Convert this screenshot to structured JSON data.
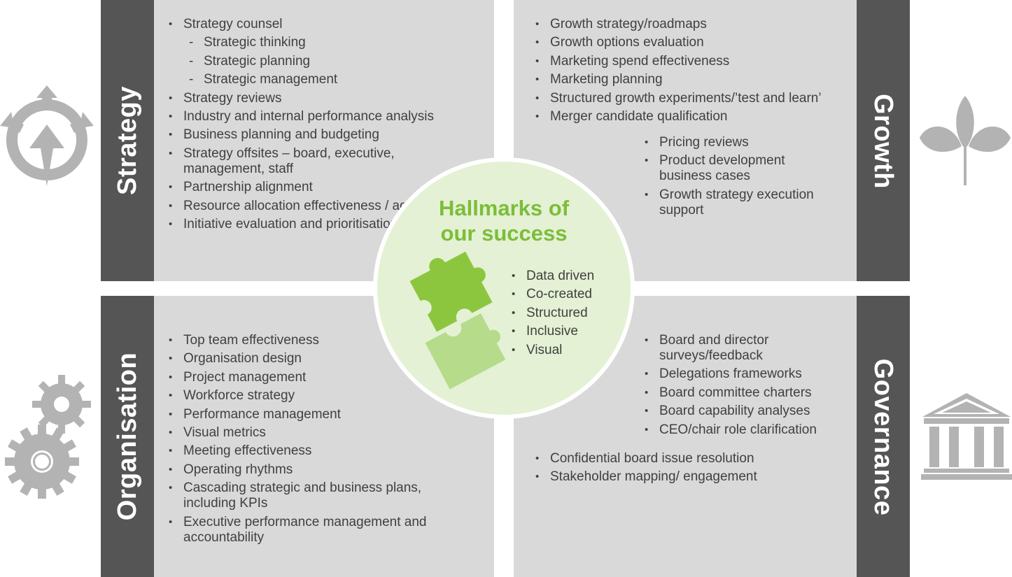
{
  "colors": {
    "panel": "#d9d9d9",
    "bar": "#555555",
    "text": "#404040",
    "center_bg": "#e4f1d4",
    "accent_green": "#7cbd3a",
    "icon_gray": "#b3b3b3"
  },
  "center": {
    "title_line1": "Hallmarks of",
    "title_line2": "our success",
    "icon": "puzzle-pieces-icon",
    "items": [
      "Data driven",
      "Co-created",
      "Structured",
      "Inclusive",
      "Visual"
    ]
  },
  "quadrants": {
    "strategy": {
      "label": "Strategy",
      "icon": "compass-arrow-icon",
      "items": [
        {
          "text": "Strategy counsel"
        },
        {
          "text": "Strategic thinking",
          "sub": true
        },
        {
          "text": "Strategic planning",
          "sub": true
        },
        {
          "text": "Strategic management",
          "sub": true
        },
        {
          "text": "Strategy reviews"
        },
        {
          "text": "Industry and internal performance analysis"
        },
        {
          "text": "Business planning and budgeting"
        },
        {
          "text": "Strategy offsites – board, executive, management, staff"
        },
        {
          "text": "Partnership alignment"
        },
        {
          "text": "Resource allocation effectiveness / agility"
        },
        {
          "text": "Initiative evaluation and prioritisation"
        }
      ]
    },
    "growth": {
      "label": "Growth",
      "icon": "leaves-sprout-icon",
      "items": [
        "Growth strategy/roadmaps",
        "Growth options evaluation",
        "Marketing spend effectiveness",
        "Marketing planning",
        "Structured growth experiments/’test and learn’",
        "Merger candidate qualification"
      ],
      "items2": [
        "Pricing reviews",
        "Product development business cases",
        "Growth strategy execution support"
      ]
    },
    "organisation": {
      "label": "Organisation",
      "icon": "gears-icon",
      "items": [
        "Top team effectiveness",
        "Organisation design",
        "Project management",
        "Workforce strategy",
        "Performance management",
        "Visual metrics",
        "Meeting effectiveness",
        "Operating rhythms",
        "Cascading strategic and business plans, including KPIs",
        "Executive performance management and accountability"
      ]
    },
    "governance": {
      "label": "Governance",
      "icon": "institution-building-icon",
      "items": [
        "Board and director surveys/feedback",
        "Delegations frameworks",
        "Board committee charters",
        "Board capability analyses",
        "CEO/chair role clarification"
      ],
      "items2": [
        "Confidential board issue resolution",
        "Stakeholder mapping/ engagement"
      ]
    }
  }
}
